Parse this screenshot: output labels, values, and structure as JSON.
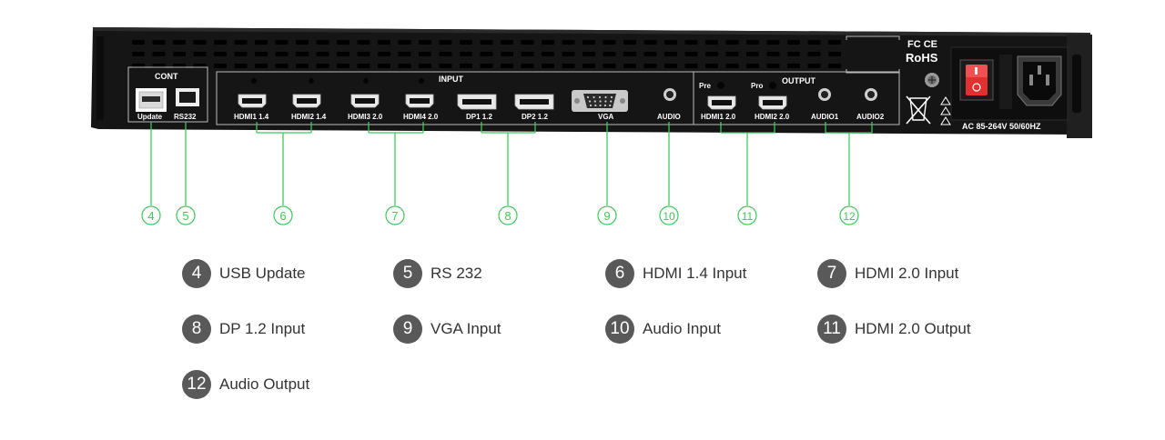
{
  "panel": {
    "labels": {
      "cont": "CONT",
      "input": "INPUT",
      "output": "OUTPUT",
      "update": "Update",
      "rs232": "RS232",
      "hdmi1_in": "HDMI1 1.4",
      "hdmi2_in": "HDMI2 1.4",
      "hdmi3_in": "HDMI3 2.0",
      "hdmi4_in": "HDMI4 2.0",
      "dp1": "DP1 1.2",
      "dp2": "DP2 1.2",
      "vga": "VGA",
      "audio_in": "AUDIO",
      "pre": "Pre",
      "pro": "Pro",
      "hdmi1_out": "HDMI1 2.0",
      "hdmi2_out": "HDMI2 2.0",
      "audio1": "AUDIO1",
      "audio2": "AUDIO2",
      "fcc_ce": "FC CE",
      "rohs": "RoHS",
      "power": "AC 85-264V 50/60HZ"
    }
  },
  "callouts": [
    "4",
    "5",
    "6",
    "7",
    "8",
    "9",
    "10",
    "11",
    "12"
  ],
  "legend": [
    {
      "num": "4",
      "text": "USB Update"
    },
    {
      "num": "5",
      "text": "RS 232"
    },
    {
      "num": "6",
      "text": "HDMI 1.4 Input"
    },
    {
      "num": "7",
      "text": "HDMI 2.0 Input"
    },
    {
      "num": "8",
      "text": "DP 1.2 Input"
    },
    {
      "num": "9",
      "text": "VGA Input"
    },
    {
      "num": "10",
      "text": "Audio Input"
    },
    {
      "num": "11",
      "text": "HDMI 2.0 Output"
    },
    {
      "num": "12",
      "text": "Audio Output"
    }
  ],
  "colors": {
    "callout": "#3ec85a",
    "chassis": "#141414",
    "badge": "#595959",
    "switch": "#e03030"
  }
}
